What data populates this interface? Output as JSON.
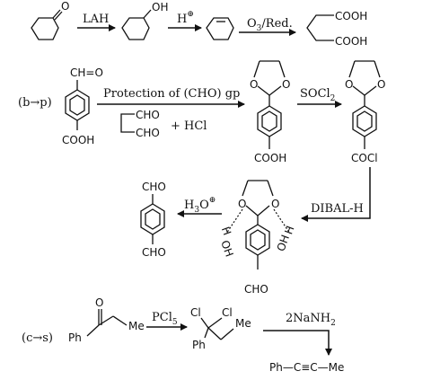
{
  "reaction_a": {
    "reagent_1": "LAH",
    "product_1_group": "OH",
    "reagent_2": "H",
    "reagent_2_charge": "⊕",
    "reagent_3": "O",
    "reagent_3_sub": "3",
    "reagent_3_tail": "/Red.",
    "product_3_group_top": "COOH",
    "product_3_group_bottom": "COOH"
  },
  "reaction_b": {
    "tag": "(b→p)",
    "start_top": "CH=O",
    "start_bottom": "COOH",
    "reagent_1": "Protection of (CHO) gp",
    "diol_top": "CHO",
    "diol_bottom": "CHO",
    "diol_plus": "+ HCl",
    "acetal_o_left": "O",
    "acetal_o_right": "O",
    "product_1_bottom": "COOH",
    "reagent_2": "SOCl",
    "reagent_2_sub": "2",
    "product_2_bottom": "COCl",
    "reagent_3": "DIBAL-H",
    "intermediate_h_left": "H",
    "intermediate_oh_left": "OH",
    "intermediate_h_right": "H",
    "intermediate_oh_right": "OH",
    "intermediate_bottom": "CHO",
    "reagent_4": "H",
    "reagent_4_sub": "3",
    "reagent_4_tail": "O",
    "reagent_4_charge": "⊕",
    "final_top": "CHO",
    "final_bottom": "CHO"
  },
  "reaction_c": {
    "tag": "(c→s)",
    "start_ph": "Ph",
    "start_o": "O",
    "start_me": "Me",
    "reagent_1": "PCl",
    "reagent_1_sub": "5",
    "cl_1": "Cl",
    "cl_2": "Cl",
    "prod_ph": "Ph",
    "prod_me": "Me",
    "reagent_2": "2NaNH",
    "reagent_2_sub": "2",
    "final": "Ph—C≡C—Me"
  }
}
